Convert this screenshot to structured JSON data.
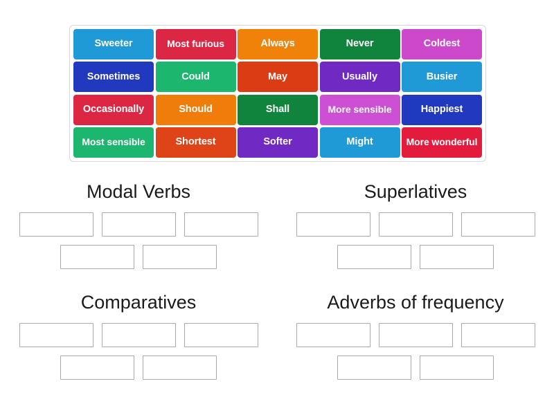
{
  "activity": {
    "type": "group-sort",
    "tile_text_color": "#ffffff",
    "tile_bank_border_color": "#d7d7d7",
    "slot_border_color": "#a8a8a8",
    "heading_color": "#1a1a1a"
  },
  "tile_bank": {
    "rows": [
      [
        {
          "label": "Sweeter",
          "color": "#1f9ad6"
        },
        {
          "label": "Most furious",
          "color": "#dc2744"
        },
        {
          "label": "Always",
          "color": "#f0820a"
        },
        {
          "label": "Never",
          "color": "#10843c"
        },
        {
          "label": "Coldest",
          "color": "#cc49cc"
        }
      ],
      [
        {
          "label": "Sometimes",
          "color": "#2039bf"
        },
        {
          "label": "Could",
          "color": "#1cb66f"
        },
        {
          "label": "May",
          "color": "#dc3c13"
        },
        {
          "label": "Usually",
          "color": "#7129c4"
        },
        {
          "label": "Busier",
          "color": "#1f9ad6"
        }
      ],
      [
        {
          "label": "Occasionally",
          "color": "#dc2744"
        },
        {
          "label": "Should",
          "color": "#f07d0a"
        },
        {
          "label": "Shall",
          "color": "#10843c"
        },
        {
          "label": "More sensible",
          "color": "#cc4fd4"
        },
        {
          "label": "Happiest",
          "color": "#2039bf"
        }
      ],
      [
        {
          "label": "Most sensible",
          "color": "#1cb66f"
        },
        {
          "label": "Shortest",
          "color": "#df4418"
        },
        {
          "label": "Softer",
          "color": "#7129c4"
        },
        {
          "label": "Might",
          "color": "#1f9ad6"
        },
        {
          "label": "More wonderful",
          "color": "#e31b3d"
        }
      ]
    ]
  },
  "categories": [
    {
      "title": "Modal Verbs",
      "slot_rows": [
        3,
        2
      ]
    },
    {
      "title": "Superlatives",
      "slot_rows": [
        3,
        2
      ]
    },
    {
      "title": "Comparatives",
      "slot_rows": [
        3,
        2
      ]
    },
    {
      "title": "Adverbs of frequency",
      "slot_rows": [
        3,
        2
      ]
    }
  ]
}
